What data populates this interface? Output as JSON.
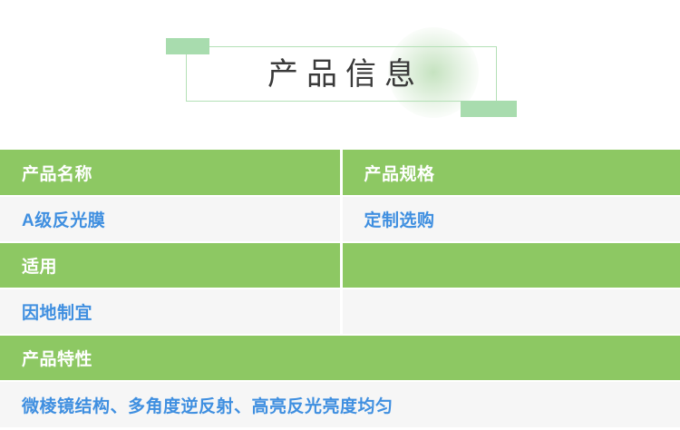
{
  "banner": {
    "title": "产品信息",
    "accent_color": "#a8dcae",
    "frame_color": "#b4e0b6",
    "title_color": "#3a3a3a"
  },
  "theme": {
    "green": "#8dc863",
    "blue": "#3f8fe0",
    "row_bg": "#f6f6f6",
    "white": "#ffffff"
  },
  "table": {
    "columns": [
      "产品名称",
      "产品规格"
    ],
    "rows": [
      {
        "style": "green",
        "span": false,
        "left": "产品名称",
        "right": "产品规格"
      },
      {
        "style": "plain",
        "span": false,
        "left": "A级反光膜",
        "right": "定制选购"
      },
      {
        "style": "green",
        "span": false,
        "left": "适用",
        "right": ""
      },
      {
        "style": "plain",
        "span": false,
        "left": "因地制宜",
        "right": ""
      },
      {
        "style": "green",
        "span": true,
        "left": "产品特性",
        "right": ""
      },
      {
        "style": "plain",
        "span": true,
        "left": "微棱镜结构、多角度逆反射、高亮反光亮度均匀",
        "right": ""
      }
    ]
  }
}
